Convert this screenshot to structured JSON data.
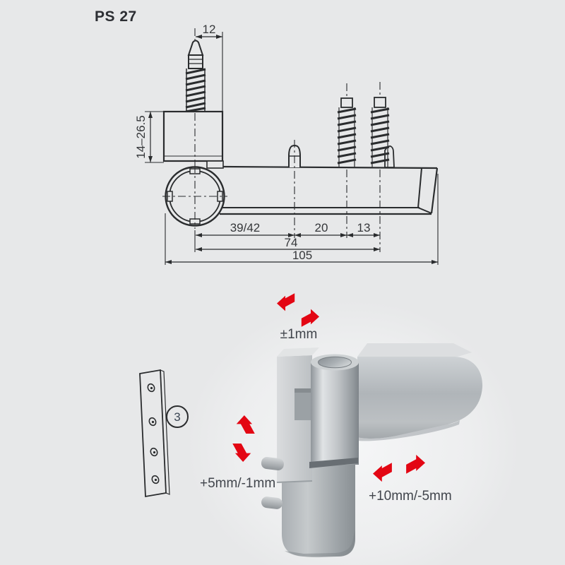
{
  "page": {
    "title": "PS 27",
    "background": "#e7e8e9"
  },
  "colors": {
    "bg": "#e7e8e9",
    "line": "#2a2c2e",
    "text": "#35373a",
    "red": "#e30613",
    "label": "#41454c"
  },
  "drawing": {
    "dims": {
      "screw_to_edge": "12",
      "clamp_range": "14–26.5",
      "axis_to_peg": "39/42",
      "peg_to_screw": "20",
      "screw_spacing": "13",
      "axis_to_screw2": "74",
      "total_length": "105"
    }
  },
  "adjustments": {
    "top": {
      "label": "±1mm"
    },
    "left": {
      "label": "+5mm/-1mm"
    },
    "right": {
      "label": "+10mm/-5mm"
    }
  },
  "callout": {
    "number": "3"
  }
}
